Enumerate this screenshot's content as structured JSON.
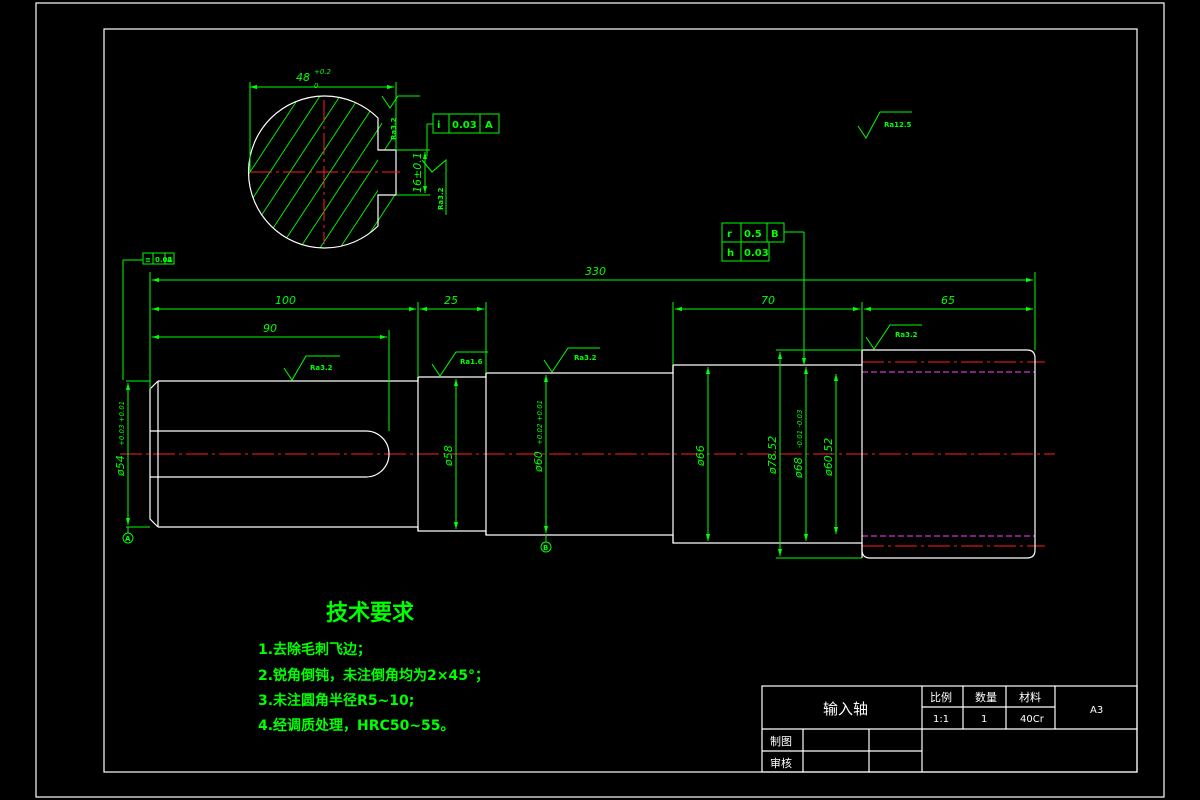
{
  "section": {
    "width_dim": "48",
    "width_tol_upper": "+0.2",
    "width_tol_lower": "0",
    "depth_dim": "16±0.1",
    "keyway_rough": "Ra3.2",
    "side_rough": "Ra3.2",
    "fcf_symbol": "i",
    "fcf_value": "0.03",
    "fcf_datum": "A"
  },
  "general_roughness": "Ra12.5",
  "shaft": {
    "dims": {
      "total": "330",
      "d100": "100",
      "d90": "90",
      "d25": "25",
      "d70": "70",
      "d65": "65"
    },
    "diameters": {
      "d54": "ø54",
      "d54_tol": "+0.03 +0.01",
      "d58": "ø58",
      "d60": "ø60",
      "d60_tol": "+0.02 +0.01",
      "d66": "ø66",
      "d78": "ø78.52",
      "d68": "ø68",
      "d68_tol": "-0.01 -0.03",
      "d6052": "ø60.52"
    },
    "roughness": {
      "keyseg": "Ra3.2",
      "seg58": "Ra1.6",
      "seg60": "Ra3.2",
      "gear": "Ra3.2"
    },
    "fcf_left": [
      "≡",
      "0.02",
      "A"
    ],
    "fcf_right_top": [
      "r",
      "0.5",
      "B"
    ],
    "fcf_right_bottom": [
      "h",
      "0.03"
    ],
    "datum_a": "A",
    "datum_b": "B"
  },
  "notes": {
    "title": "技术要求",
    "items": [
      "1.去除毛刺飞边；",
      "2.锐角倒钝，未注倒角均为2×45°；",
      "3.未注圆角半径R5~10;",
      "4.经调质处理，HRC50~55。"
    ]
  },
  "title_block": {
    "part_name": "输入轴",
    "h_scale": "比例",
    "h_qty": "数量",
    "h_material": "材料",
    "scale": "1:1",
    "qty": "1",
    "material": "40Cr",
    "sheet": "A3",
    "drawn": "制图",
    "checked": "审核"
  }
}
